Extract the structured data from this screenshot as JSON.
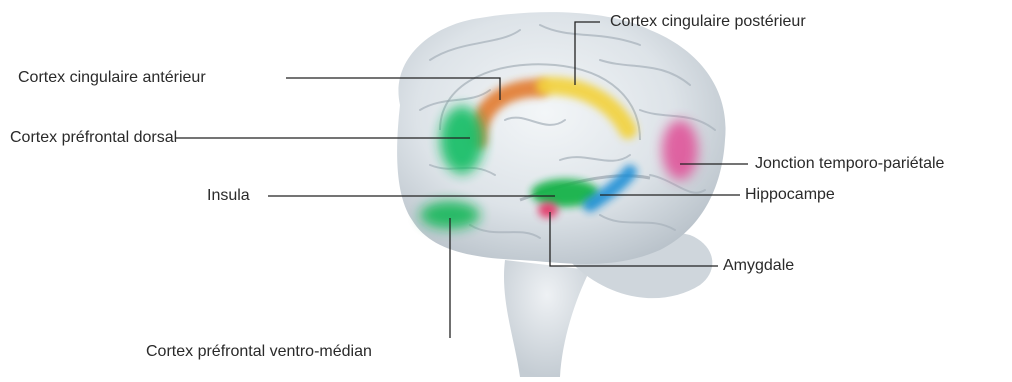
{
  "figure": {
    "labels": {
      "anterior_cingulate": "Cortex cingulaire antérieur",
      "posterior_cingulate": "Cortex cingulaire postérieur",
      "dorsal_prefrontal": "Cortex préfrontal dorsal",
      "insula": "Insula",
      "tpj": "Jonction temporo-pariétale",
      "hippocampus": "Hippocampe",
      "amygdala": "Amygdale",
      "vmpfc": "Cortex préfrontal ventro-médian"
    },
    "region_colors": {
      "anterior_cingulate": "#e27a2f",
      "posterior_cingulate": "#f3d23a",
      "dorsal_prefrontal": "#1fbf6a",
      "insula": "#12b34a",
      "tpj": "#e0559a",
      "hippocampus": "#1f8fd6",
      "amygdala": "#e33b6b",
      "vmpfc": "#16b75a"
    },
    "brain_color": "#dfe5ea"
  }
}
